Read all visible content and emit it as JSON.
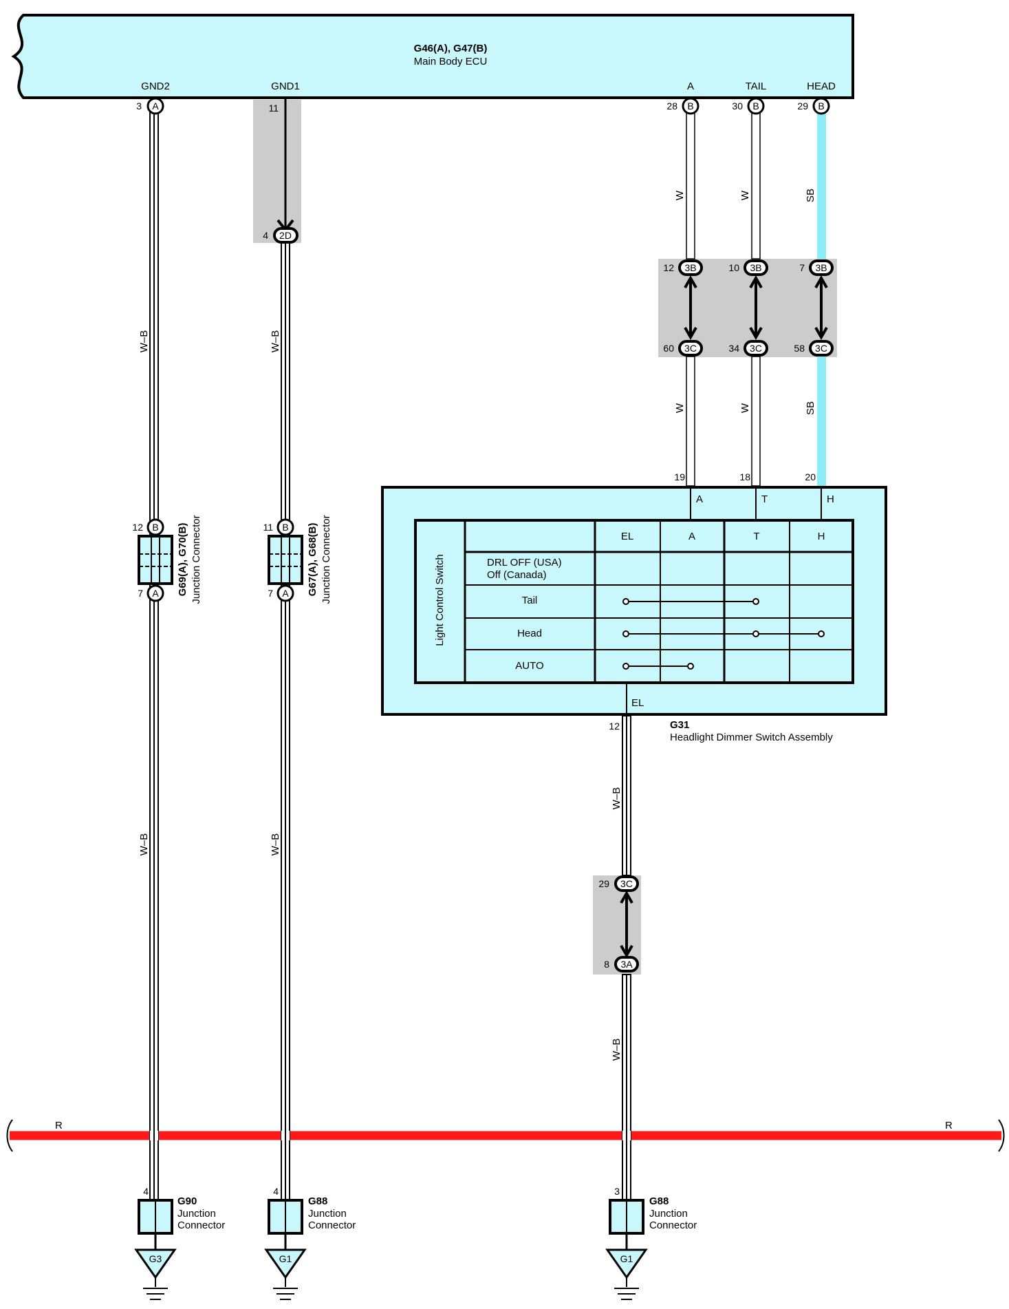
{
  "colors": {
    "module_fill": "#c8f8fc",
    "wire_sb": "#8cecf8",
    "wire_r": "#ff1a1a",
    "splice_bg": "#cccccc",
    "line": "#000000"
  },
  "ecu": {
    "title": "G46(A), G47(B)",
    "name": "Main Body ECU",
    "terminals": {
      "gnd2": "GND2",
      "gnd1": "GND1",
      "a": "A",
      "tail": "TAIL",
      "head": "HEAD"
    },
    "pins": {
      "gnd2": {
        "num": "3",
        "conn": "A"
      },
      "gnd1": {
        "num": "11"
      },
      "a": {
        "num": "28",
        "conn": "B"
      },
      "tail": {
        "num": "30",
        "conn": "B"
      },
      "head": {
        "num": "29",
        "conn": "B"
      }
    }
  },
  "splices": {
    "gnd1_2d": {
      "num": "4",
      "conn": "2D"
    },
    "a_3b": {
      "num": "12",
      "conn": "3B"
    },
    "tail_3b": {
      "num": "10",
      "conn": "3B"
    },
    "head_3b": {
      "num": "7",
      "conn": "3B"
    },
    "a_3c": {
      "num": "60",
      "conn": "3C"
    },
    "tail_3c": {
      "num": "34",
      "conn": "3C"
    },
    "head_3c": {
      "num": "58",
      "conn": "3C"
    },
    "el_3c": {
      "num": "29",
      "conn": "3C"
    },
    "el_3a": {
      "num": "8",
      "conn": "3A"
    }
  },
  "wire_colors": {
    "wb": "W–B",
    "w": "W",
    "sb": "SB",
    "r": "R"
  },
  "junction_left": {
    "title": "G69(A), G70(B)",
    "name": "Junction Connector",
    "top_pin": {
      "num": "12",
      "conn": "B"
    },
    "bottom_pin": {
      "num": "7",
      "conn": "A"
    }
  },
  "junction_mid": {
    "title": "G67(A), G68(B)",
    "name": "Junction Connector",
    "top_pin": {
      "num": "11",
      "conn": "B"
    },
    "bottom_pin": {
      "num": "7",
      "conn": "A"
    }
  },
  "switch": {
    "title": "G31",
    "name": "Headlight Dimmer Switch Assembly",
    "side_label": "Light Control Switch",
    "pins": {
      "a": "19",
      "t": "18",
      "h": "20",
      "el": "12"
    },
    "terminals": {
      "a": "A",
      "t": "T",
      "h": "H",
      "el": "EL"
    },
    "columns": [
      "EL",
      "A",
      "T",
      "H"
    ],
    "rows": [
      {
        "label_1": "DRL OFF (USA)",
        "label_2": "Off (Canada)"
      },
      {
        "label": "Tail"
      },
      {
        "label": "Head"
      },
      {
        "label": "AUTO"
      }
    ]
  },
  "bottom_connectors": [
    {
      "pin": "4",
      "title": "G90",
      "line1": "Junction",
      "line2": "Connector",
      "ground": "G3"
    },
    {
      "pin": "4",
      "title": "G88",
      "line1": "Junction",
      "line2": "Connector",
      "ground": "G1"
    },
    {
      "pin": "3",
      "title": "G88",
      "line1": "Junction",
      "line2": "Connector",
      "ground": "G1"
    }
  ]
}
